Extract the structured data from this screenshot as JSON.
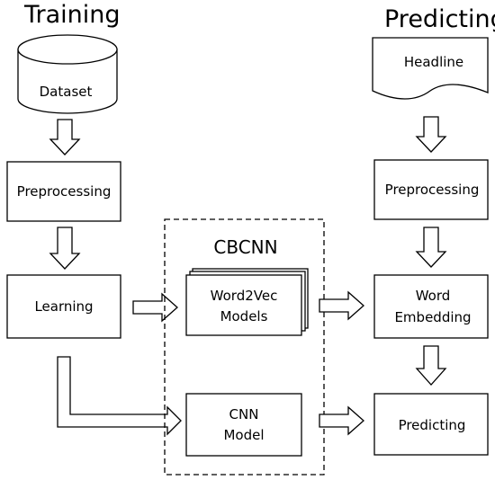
{
  "headings": {
    "training": "Training",
    "predicting": "Predicting",
    "cbcnn": "CBCNN"
  },
  "training": {
    "dataset": "Dataset",
    "preprocessing": "Preprocessing",
    "learning": "Learning"
  },
  "cbcnn_group": {
    "word2vec_line1": "Word2Vec",
    "word2vec_line2": "Models",
    "cnn_line1": "CNN",
    "cnn_line2": "Model"
  },
  "predicting": {
    "headline": "Headline",
    "preprocessing": "Preprocessing",
    "word_embedding_line1": "Word",
    "word_embedding_line2": "Embedding",
    "predicting_step": "Predicting"
  }
}
